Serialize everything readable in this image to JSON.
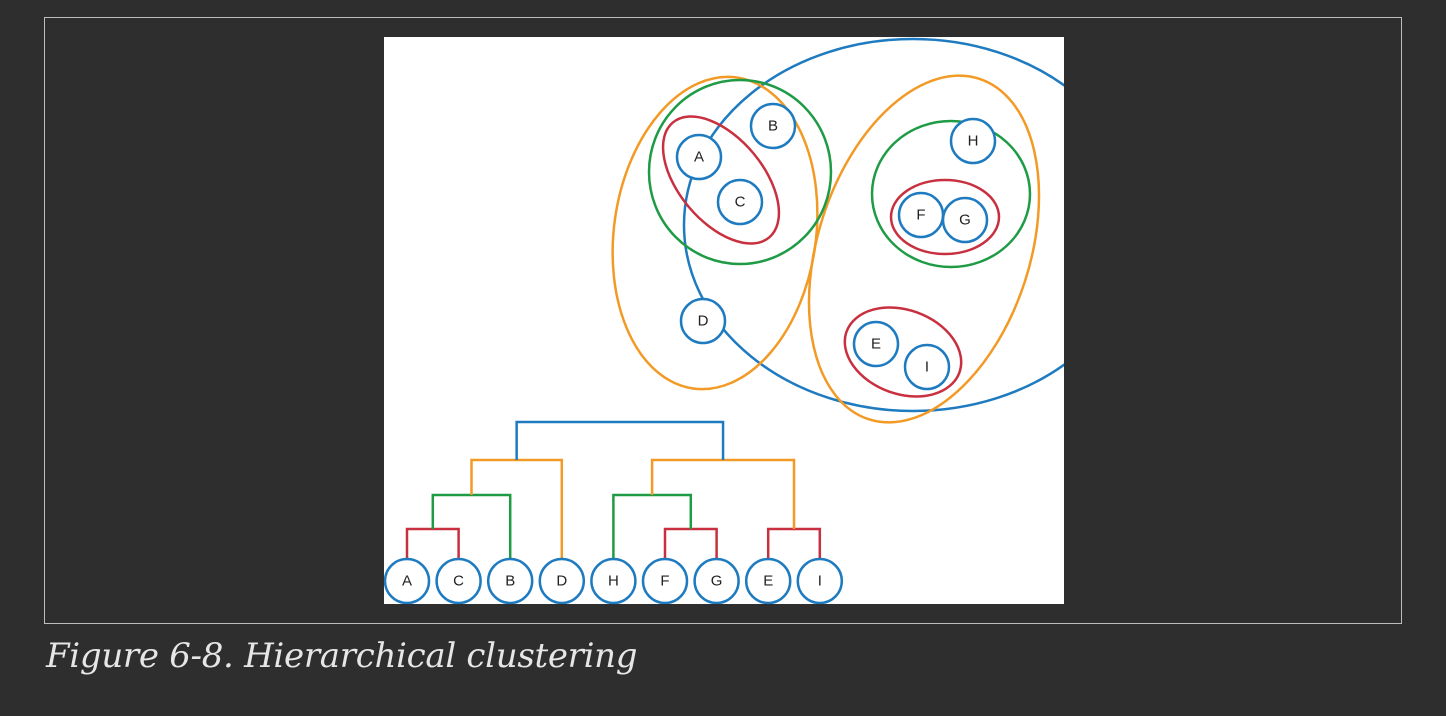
{
  "caption": "Figure 6-8. Hierarchical clustering",
  "colors": {
    "node": "#1f7bc0",
    "level1": "#c8303f",
    "level2": "#1f9b46",
    "level3": "#f29a25",
    "level4": "#1f7bc0",
    "page_bg": "#2e2e2e",
    "figure_bg": "#ffffff"
  },
  "points": [
    {
      "id": "A",
      "label": "A"
    },
    {
      "id": "B",
      "label": "B"
    },
    {
      "id": "C",
      "label": "C"
    },
    {
      "id": "D",
      "label": "D"
    },
    {
      "id": "E",
      "label": "E"
    },
    {
      "id": "F",
      "label": "F"
    },
    {
      "id": "G",
      "label": "G"
    },
    {
      "id": "H",
      "label": "H"
    },
    {
      "id": "I",
      "label": "I"
    }
  ],
  "dendrogram_leaves": [
    "A",
    "C",
    "B",
    "D",
    "H",
    "F",
    "G",
    "E",
    "I"
  ],
  "merges": [
    {
      "children": [
        "A",
        "C"
      ],
      "level": 1
    },
    {
      "children": [
        "F",
        "G"
      ],
      "level": 1
    },
    {
      "children": [
        "E",
        "I"
      ],
      "level": 1
    },
    {
      "children": [
        "A+C",
        "B"
      ],
      "level": 2
    },
    {
      "children": [
        "H",
        "F+G"
      ],
      "level": 2
    },
    {
      "children": [
        "A+C+B",
        "D"
      ],
      "level": 3
    },
    {
      "children": [
        "H+F+G",
        "E+I"
      ],
      "level": 3
    },
    {
      "children": [
        "A+C+B+D",
        "H+F+G+E+I"
      ],
      "level": 4
    }
  ]
}
